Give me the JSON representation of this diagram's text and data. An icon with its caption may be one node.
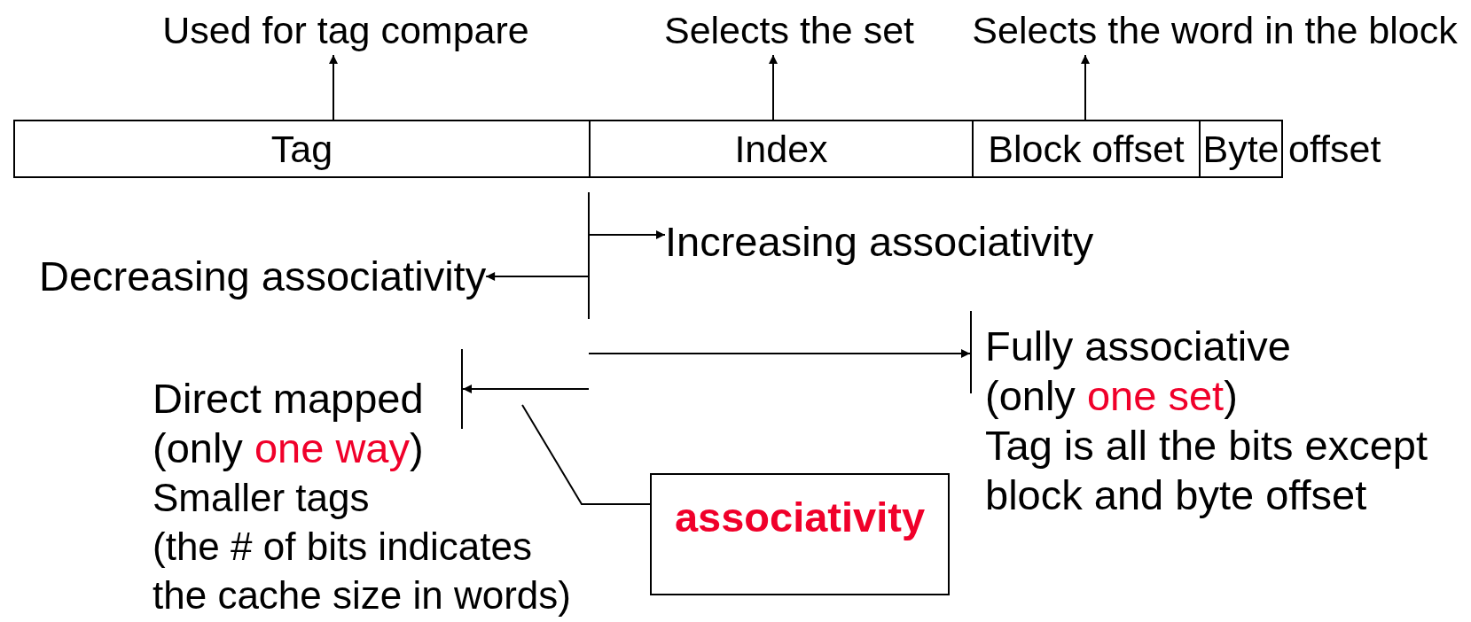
{
  "diagram": {
    "nodes": [
      {
        "text": [
          "Used for tag compare"
        ]
      },
      {
        "text": [
          "Selects the set"
        ]
      },
      {
        "text": [
          "Selects the word in the block"
        ]
      },
      {
        "text": [
          "Tag"
        ]
      },
      {
        "text": [
          "Index"
        ]
      },
      {
        "text": [
          "Block offset"
        ]
      },
      {
        "text": [
          "Byte"
        ],
        "beside": [
          "offset"
        ]
      },
      {
        "text": [],
        "shape": "bar"
      },
      {
        "text": [
          "Increasing associativity"
        ]
      },
      {
        "text": [
          "Decreasing associativity"
        ]
      },
      {
        "text": [],
        "shape": "bar"
      },
      {
        "text": [
          "Fully associative (only *one set*)",
          "Tag is all the bits except block and byte offset"
        ]
      },
      {
        "text": [],
        "shape": "bar"
      },
      {
        "text": [
          "Direct mapped (only *one way*)"
        ]
      },
      {
        "text": [
          "Smaller tags",
          "(the # of bits indicates the cache size in words)"
        ]
      },
      {
        "text": [
          "associativity"
        ]
      }
    ],
    "edges": [
      {
        "from": 3,
        "to": 0,
        "arrow": "to"
      },
      {
        "from": 4,
        "to": 1,
        "arrow": "to"
      },
      {
        "from": 5,
        "to": 2,
        "arrow": "to"
      },
      {
        "from": 7,
        "to": 8,
        "arrow": "to"
      },
      {
        "from": 7,
        "to": 9,
        "arrow": "to"
      },
      {
        "from": null,
        "to": 10,
        "arrow": "to"
      },
      {
        "from": null,
        "to": 12,
        "arrow": "to"
      },
      {
        "from": 15,
        "to": null,
        "arrow": "none"
      }
    ]
  }
}
